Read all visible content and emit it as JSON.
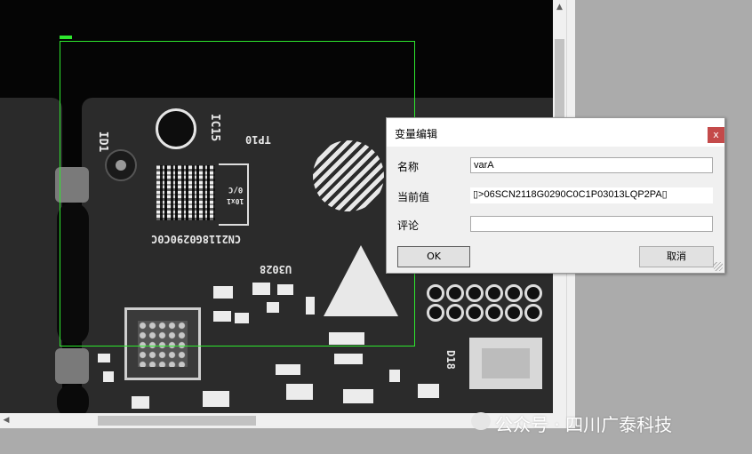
{
  "dialog": {
    "title": "变量编辑",
    "close_label": "x",
    "fields": [
      {
        "label": "名称",
        "value": "varA"
      },
      {
        "label": "当前值",
        "value": "▯>06SCN2118G0290C0C1P03013LQP2PA▯"
      },
      {
        "label": "评论",
        "value": ""
      }
    ],
    "ok_label": "OK",
    "cancel_label": "取消"
  },
  "board": {
    "silk_id1": "ID1",
    "silk_ic15": "IC15",
    "silk_tp10": "TP10",
    "silk_serial": "CN2118G0290C0C",
    "silk_u3028": "U3028",
    "silk_label_a": "0/C",
    "silk_label_b": "10x1",
    "silk_d18": "D18"
  },
  "watermark": {
    "text": "公众号 · 四川广泰科技"
  },
  "colors": {
    "roi": "#2ee82e",
    "close": "#c44a4a"
  },
  "icons": {
    "close": "close-icon",
    "scroll_up": "chevron-up-icon",
    "scroll_left": "chevron-left-icon"
  }
}
